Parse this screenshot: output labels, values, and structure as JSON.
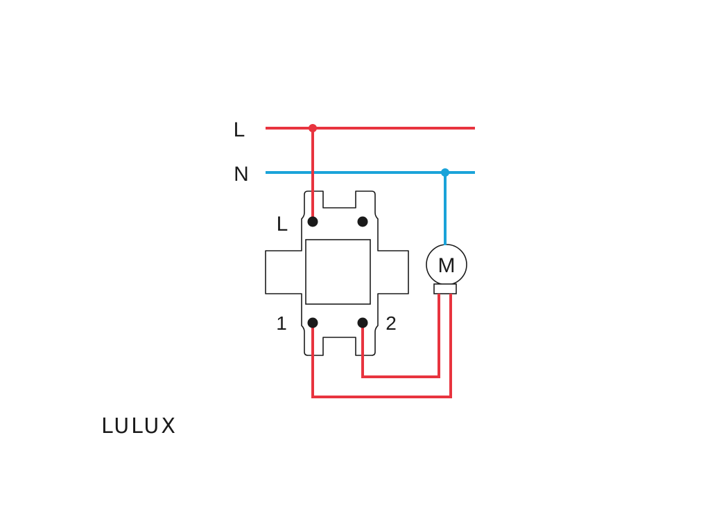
{
  "lines": {
    "live_label": "L",
    "neutral_label": "N"
  },
  "switch": {
    "terminal_l_label": "L",
    "terminal_1_label": "1",
    "terminal_2_label": "2"
  },
  "motor": {
    "symbol_label": "M"
  },
  "brand": {
    "name": "LULUX"
  },
  "colors": {
    "live_wire": "#e8343f",
    "neutral_wire": "#1aa3d9",
    "outline": "#1a1a1a",
    "background": "#ffffff"
  }
}
